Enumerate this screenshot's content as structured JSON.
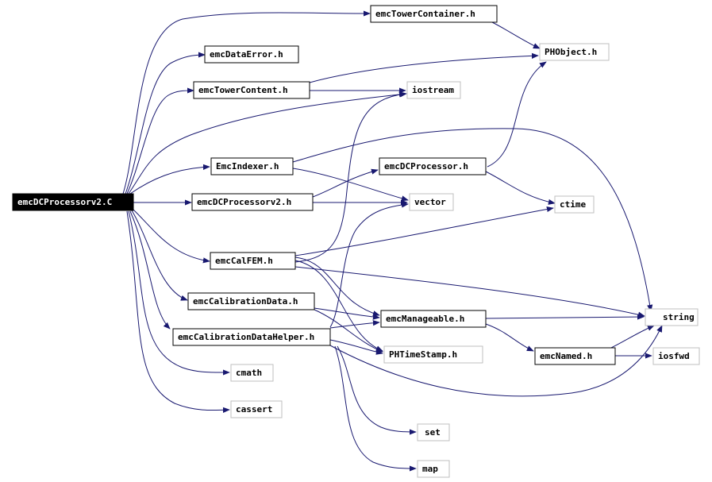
{
  "graph": {
    "nodes": {
      "root": "emcDCProcessorv2.C",
      "emcTowerContainer": "emcTowerContainer.h",
      "emcDataError": "emcDataError.h",
      "emcTowerContent": "emcTowerContent.h",
      "PHObject": "PHObject.h",
      "iostream": "iostream",
      "EmcIndexer": "EmcIndexer.h",
      "emcDCProcessor": "emcDCProcessor.h",
      "emcDCProcessorv2h": "emcDCProcessorv2.h",
      "vector": "vector",
      "ctime": "ctime",
      "emcCalFEM": "emcCalFEM.h",
      "emcCalibrationData": "emcCalibrationData.h",
      "emcManageable": "emcManageable.h",
      "string": "string",
      "emcCalibrationDataHelper": "emcCalibrationDataHelper.h",
      "PHTimeStamp": "PHTimeStamp.h",
      "emcNamed": "emcNamed.h",
      "iosfwd": "iosfwd",
      "cmath": "cmath",
      "cassert": "cassert",
      "set": "set",
      "map": "map"
    },
    "edges": [
      [
        "root",
        "emcTowerContainer"
      ],
      [
        "root",
        "emcDataError"
      ],
      [
        "root",
        "emcTowerContent"
      ],
      [
        "root",
        "iostream"
      ],
      [
        "root",
        "EmcIndexer"
      ],
      [
        "root",
        "emcDCProcessorv2h"
      ],
      [
        "root",
        "emcCalFEM"
      ],
      [
        "root",
        "emcCalibrationData"
      ],
      [
        "root",
        "emcCalibrationDataHelper"
      ],
      [
        "root",
        "cmath"
      ],
      [
        "root",
        "cassert"
      ],
      [
        "emcTowerContainer",
        "PHObject"
      ],
      [
        "emcTowerContent",
        "PHObject"
      ],
      [
        "emcTowerContent",
        "iostream"
      ],
      [
        "EmcIndexer",
        "vector"
      ],
      [
        "EmcIndexer",
        "string"
      ],
      [
        "emcDCProcessorv2h",
        "emcDCProcessor"
      ],
      [
        "emcDCProcessorv2h",
        "vector"
      ],
      [
        "emcDCProcessor",
        "PHObject"
      ],
      [
        "emcDCProcessor",
        "ctime"
      ],
      [
        "emcCalFEM",
        "ctime"
      ],
      [
        "emcCalFEM",
        "string"
      ],
      [
        "emcCalFEM",
        "emcManageable"
      ],
      [
        "emcCalFEM",
        "PHTimeStamp"
      ],
      [
        "emcCalFEM",
        "iostream"
      ],
      [
        "emcCalibrationData",
        "emcManageable"
      ],
      [
        "emcCalibrationData",
        "PHTimeStamp"
      ],
      [
        "emcCalibrationDataHelper",
        "emcManageable"
      ],
      [
        "emcCalibrationDataHelper",
        "PHTimeStamp"
      ],
      [
        "emcCalibrationDataHelper",
        "vector"
      ],
      [
        "emcCalibrationDataHelper",
        "string"
      ],
      [
        "emcCalibrationDataHelper",
        "set"
      ],
      [
        "emcCalibrationDataHelper",
        "map"
      ],
      [
        "emcManageable",
        "string"
      ],
      [
        "emcManageable",
        "emcNamed"
      ],
      [
        "emcNamed",
        "string"
      ],
      [
        "emcNamed",
        "iosfwd"
      ]
    ]
  },
  "colors": {
    "edge": "#191970",
    "root_fill": "#000000",
    "root_text": "#ffffff",
    "local_border": "#000000",
    "external_border": "#bfbfbf"
  }
}
